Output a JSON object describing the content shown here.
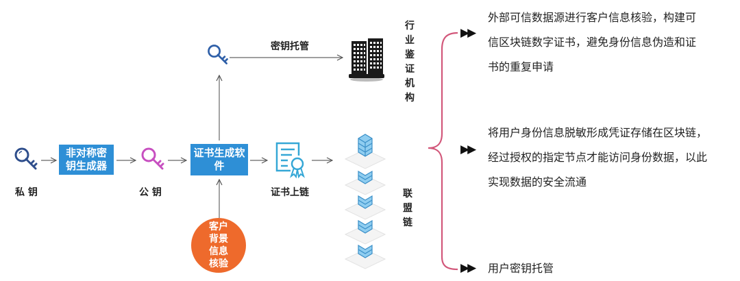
{
  "colors": {
    "box_blue": "#2e8fd6",
    "private_key": "#2e4e8c",
    "public_key": "#c74fc0",
    "escrow_key": "#2e5fa8",
    "circle_orange": "#ee6a2c",
    "bracket": "#d2577a",
    "cert_icon": "#35a7d6"
  },
  "nodes": {
    "private_key": {
      "label": "私 钥",
      "icon": "key-icon"
    },
    "asym_generator": {
      "label": "非对称密钥生成器"
    },
    "public_key": {
      "label": "公 钥",
      "icon": "key-icon"
    },
    "cert_software": {
      "label": "证书生成软件"
    },
    "escrow_key": {
      "icon": "key-icon"
    },
    "escrow_label": "密钥托管",
    "industry_org": {
      "label": "行业鉴证机构",
      "icon": "building-icon"
    },
    "cert_onchain": {
      "label": "证书上链",
      "icon": "certificate-icon"
    },
    "customer_check": {
      "label": "客户背景信息核验"
    },
    "consortium_chain": {
      "label": "联盟链",
      "icon": "blockchain-stack-icon"
    }
  },
  "descriptions": [
    {
      "marker": "▶▶",
      "lines": [
        "外部可信数据源进行客户信息核验，构建可",
        "信区块链数字证书，避免身份信息伪造和证",
        "书的重复申请"
      ]
    },
    {
      "marker": "▶▶",
      "lines": [
        "将用户身份信息脱敏形成凭证存储在区块链，",
        "经过授权的指定节点才能访问身份数据，以此",
        "实现数据的安全流通"
      ]
    },
    {
      "marker": "▶▶",
      "lines": [
        "用户密钥托管"
      ]
    }
  ]
}
